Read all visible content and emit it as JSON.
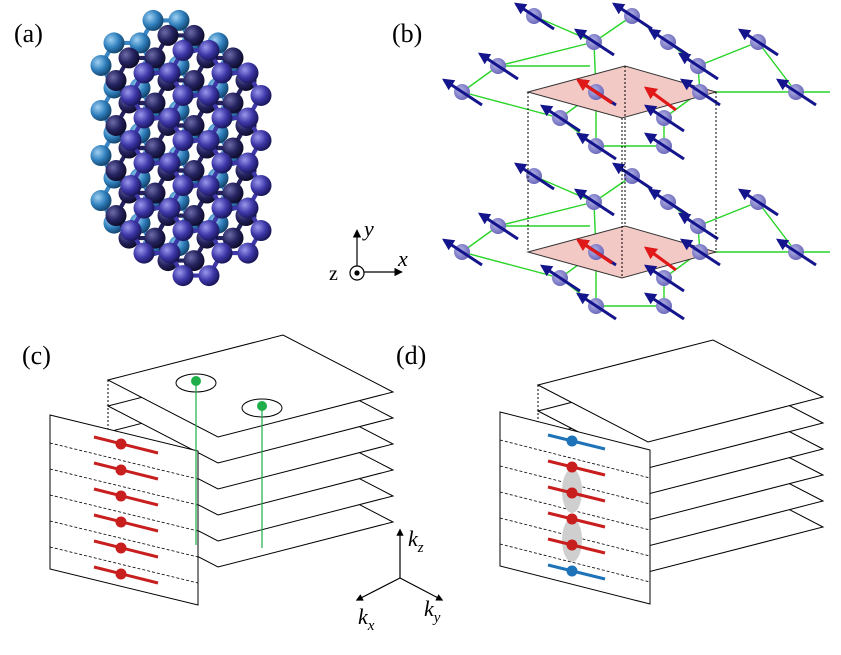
{
  "panels": {
    "a": {
      "label": "(a)"
    },
    "b": {
      "label": "(b)"
    },
    "c": {
      "label": "(c)"
    },
    "d": {
      "label": "(d)"
    }
  },
  "real_axes": {
    "y": "y",
    "x": "x",
    "z": "z"
  },
  "k_axes": {
    "k": "k",
    "kz_sub": "z",
    "kx_sub": "x",
    "ky_sub": "y"
  },
  "colors": {
    "layer_light": "#3a86c4",
    "layer_dark": "#24225e",
    "layer_mid": "#3d37a8",
    "spin_arrow": "#14148c",
    "spin_arrow_red": "#e01818",
    "bond_green": "#28d428",
    "plaquette": "#f3c9c6",
    "weyl_red": "#c81e1e",
    "weyl_blue": "#1e73b8",
    "weyl_green": "#1fae4a"
  }
}
